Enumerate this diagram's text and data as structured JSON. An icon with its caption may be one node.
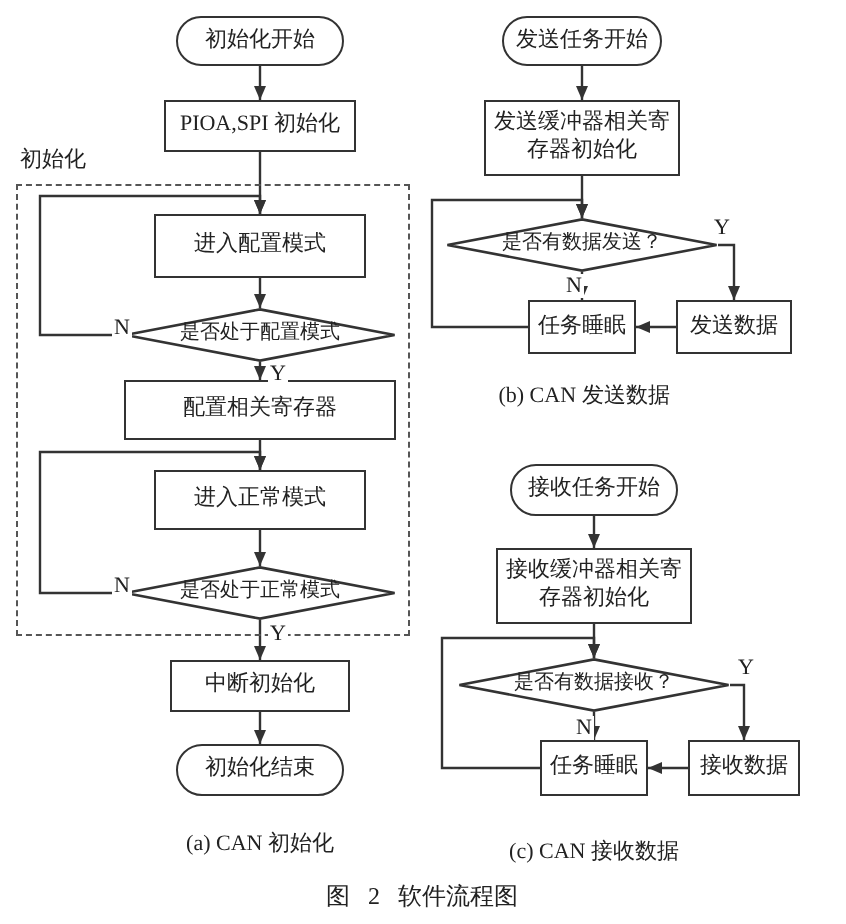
{
  "diagram": {
    "caption": "图 2 软件流程图",
    "nodes": [
      {
        "text": [
          "初始化开始"
        ]
      },
      {
        "text": [
          "PIOA,SPI 初始化"
        ]
      },
      {
        "text": [
          "初始化"
        ]
      },
      {
        "text": [
          "进入配置模式"
        ],
        "in": 2
      },
      {
        "text": [
          "是否处于配置模式"
        ],
        "in": 2
      },
      {
        "text": [
          "配置相关寄存器"
        ],
        "in": 2
      },
      {
        "text": [
          "进入正常模式"
        ],
        "in": 2
      },
      {
        "text": [
          "是否处于正常模式"
        ],
        "in": 2
      },
      {
        "text": [
          "中断初始化"
        ]
      },
      {
        "text": [
          "初始化结束"
        ]
      },
      {
        "text": [
          "发送任务开始"
        ]
      },
      {
        "text": [
          "发送缓冲器相关寄存器初始化"
        ]
      },
      {
        "text": [
          "是否有数据发送？"
        ]
      },
      {
        "text": [
          "任务睡眠"
        ]
      },
      {
        "text": [
          "发送数据"
        ]
      },
      {
        "text": [
          "接收任务开始"
        ]
      },
      {
        "text": [
          "接收缓冲器相关寄存器初始化"
        ]
      },
      {
        "text": [
          "是否有数据接收？"
        ]
      },
      {
        "text": [
          "任务睡眠"
        ]
      },
      {
        "text": [
          "接收数据"
        ]
      }
    ],
    "edges": [
      {
        "from": 0,
        "to": 1,
        "arrow": "to"
      },
      {
        "from": 1,
        "to": 3,
        "arrow": "to"
      },
      {
        "from": 3,
        "to": 4,
        "arrow": "to"
      },
      {
        "from": 4,
        "to": 3,
        "arrow": "to",
        "label": "N"
      },
      {
        "from": 4,
        "to": 5,
        "arrow": "to",
        "label": "Y"
      },
      {
        "from": 5,
        "to": 6,
        "arrow": "to"
      },
      {
        "from": 6,
        "to": 7,
        "arrow": "to"
      },
      {
        "from": 7,
        "to": 6,
        "arrow": "to",
        "label": "N"
      },
      {
        "from": 7,
        "to": 8,
        "arrow": "to",
        "label": "Y"
      },
      {
        "from": 8,
        "to": 9,
        "arrow": "to"
      },
      {
        "from": 10,
        "to": 11,
        "arrow": "to"
      },
      {
        "from": 11,
        "to": 12,
        "arrow": "to"
      },
      {
        "from": 12,
        "to": 13,
        "arrow": "to",
        "label": "N"
      },
      {
        "from": 12,
        "to": 14,
        "arrow": "to",
        "label": "Y"
      },
      {
        "from": 14,
        "to": 13,
        "arrow": "to"
      },
      {
        "from": 13,
        "to": 12,
        "arrow": "to"
      },
      {
        "from": 15,
        "to": 16,
        "arrow": "to"
      },
      {
        "from": 16,
        "to": 17,
        "arrow": "to"
      },
      {
        "from": 17,
        "to": 18,
        "arrow": "to",
        "label": "N"
      },
      {
        "from": 17,
        "to": 19,
        "arrow": "to",
        "label": "Y"
      },
      {
        "from": 19,
        "to": 18,
        "arrow": "to"
      },
      {
        "from": 18,
        "to": 17,
        "arrow": "to"
      }
    ],
    "labels": [
      "(a) CAN 初始化",
      "(b) CAN 发送数据",
      "(c) CAN 接收数据"
    ]
  }
}
